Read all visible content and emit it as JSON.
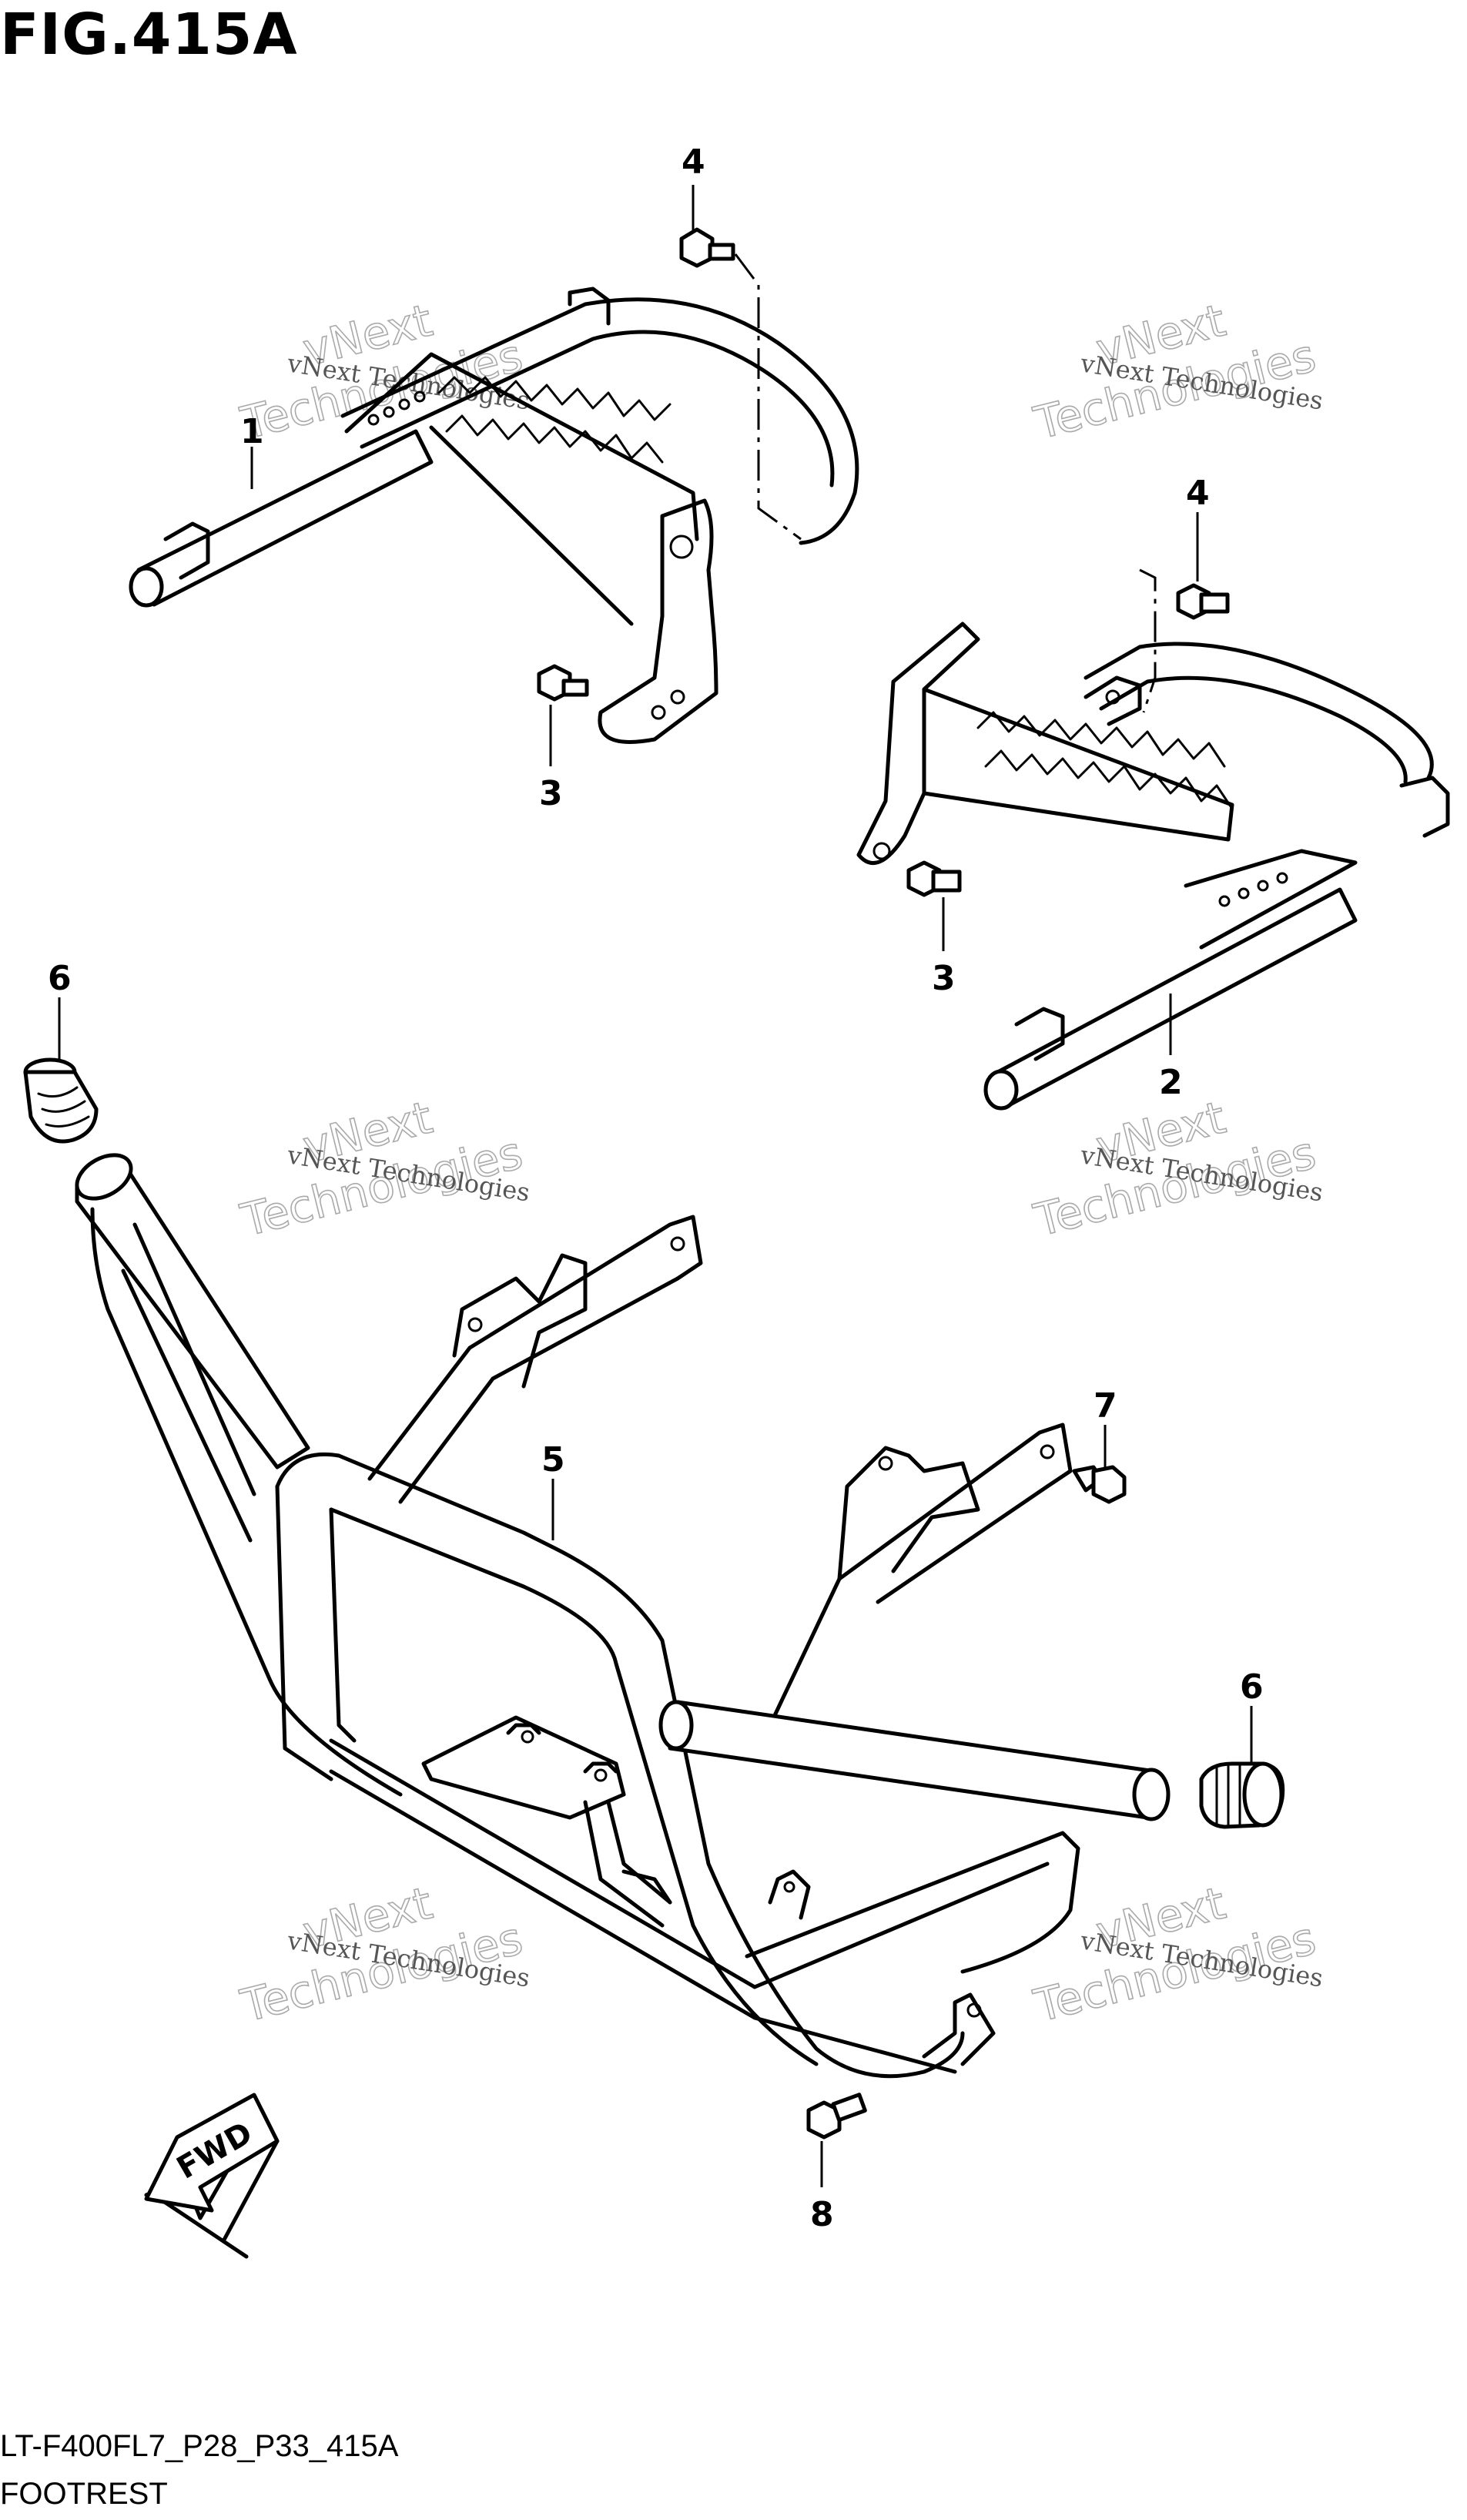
{
  "figure": {
    "title": "FIG.415A",
    "code": "LT-F400FL7_P28_P33_415A",
    "caption": "FOOTREST"
  },
  "callouts": [
    {
      "id": "c1a",
      "label": "1"
    },
    {
      "id": "c4a",
      "label": "4"
    },
    {
      "id": "c3a",
      "label": "3"
    },
    {
      "id": "c4b",
      "label": "4"
    },
    {
      "id": "c3b",
      "label": "3"
    },
    {
      "id": "c2",
      "label": "2"
    },
    {
      "id": "c6a",
      "label": "6"
    },
    {
      "id": "c5",
      "label": "5"
    },
    {
      "id": "c7",
      "label": "7"
    },
    {
      "id": "c6b",
      "label": "6"
    },
    {
      "id": "c8",
      "label": "8"
    }
  ],
  "watermark": {
    "line1": "vNext Technologies",
    "line2": "vNext",
    "line3": "Technologies"
  },
  "direction_marker": {
    "label": "FWD"
  },
  "colors": {
    "ink": "#000000",
    "background": "#ffffff",
    "watermark": "#aaaaaa"
  }
}
